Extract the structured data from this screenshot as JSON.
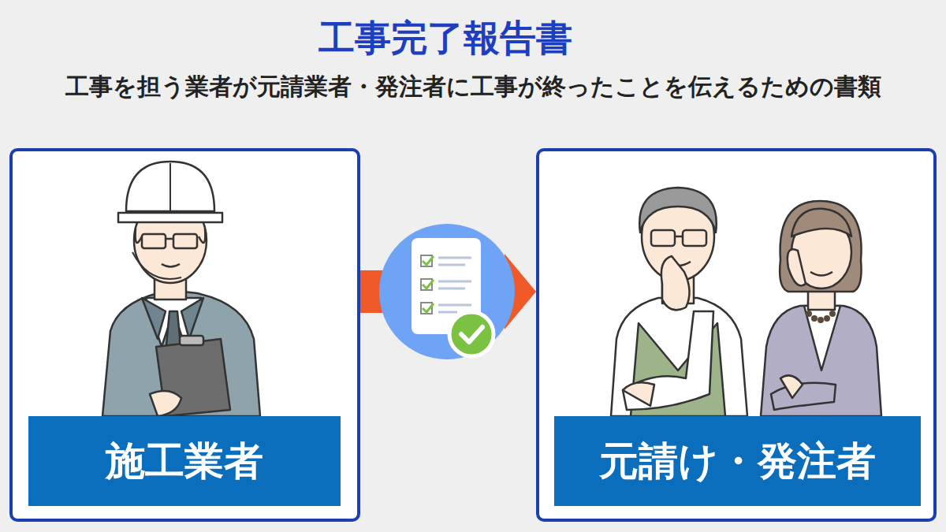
{
  "diagram": {
    "title": "工事完了報告書",
    "nodes": [
      {
        "text": [
          "施工業者"
        ]
      },
      {
        "text": [
          "元請け・発注者"
        ]
      }
    ],
    "edges": [
      {
        "from": 0,
        "to": 1,
        "arrow": "to"
      }
    ],
    "labels": [
      "工事を担う業者が元請業者・発注者に工事が終ったことを伝えるための書類"
    ]
  }
}
